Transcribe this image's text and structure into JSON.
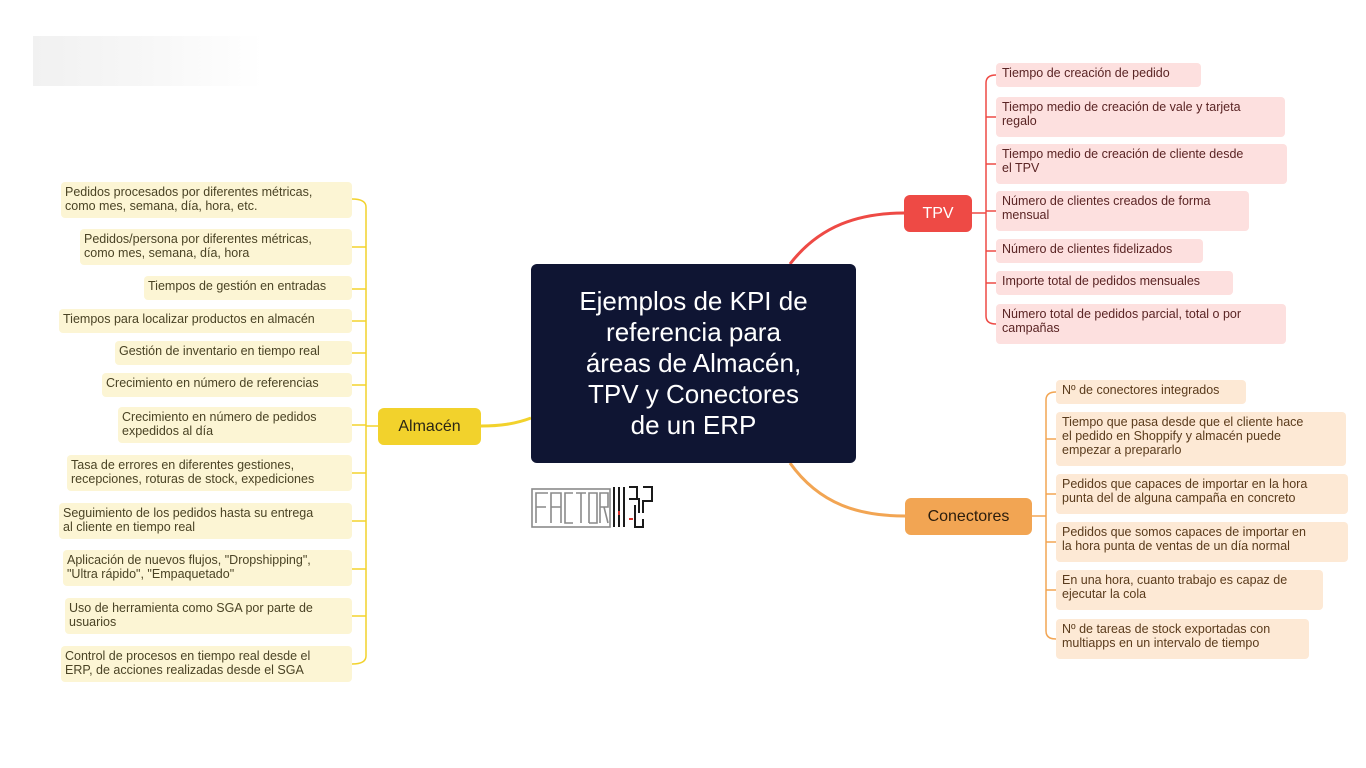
{
  "root": {
    "title": "Ejemplos de KPI de\nreferencia para\náreas de Almacén,\nTPV y Conectores\nde un ERP"
  },
  "branches": {
    "almacen": {
      "label": "Almacén",
      "color": "#f2d22c",
      "items": [
        "Pedidos procesados por diferentes métricas,\ncomo mes, semana, día, hora, etc.",
        "Pedidos/persona por diferentes métricas,\ncomo mes, semana, día, hora",
        "Tiempos de gestión en entradas",
        "Tiempos para localizar productos en almacén",
        "Gestión de inventario en tiempo real",
        "Crecimiento en número de referencias",
        "Crecimiento en número de pedidos\nexpedidos al día",
        "Tasa de errores en diferentes gestiones,\nrecepciones, roturas de stock, expediciones",
        "Seguimiento de los pedidos hasta su entrega\nal cliente en tiempo real",
        "Aplicación de nuevos flujos, \"Dropshipping\",\n\"Ultra rápido\", \"Empaquetado\"",
        "Uso de herramienta como SGA por parte de\nusuarios",
        "Control de procesos en tiempo real desde el\nERP, de acciones realizadas desde el SGA"
      ]
    },
    "tpv": {
      "label": "TPV",
      "color": "#ee4a45",
      "items": [
        "Tiempo de creación de pedido",
        "Tiempo medio de creación de vale y tarjeta\nregalo",
        "Tiempo medio de creación de cliente desde\nel TPV",
        "Número de clientes creados de forma\nmensual",
        "Número de clientes fidelizados",
        "Importe total de pedidos mensuales",
        "Número total de pedidos parcial, total o por\ncampañas"
      ]
    },
    "conectores": {
      "label": "Conectores",
      "color": "#f2a553",
      "items": [
        "Nº de conectores integrados",
        "Tiempo que pasa desde que el cliente hace\nel pedido en Shoppify y almacén puede\nempezar a prepararlo",
        "Pedidos que capaces de importar en la hora\npunta del de alguna campaña en concreto",
        "Pedidos que somos capaces de importar en\nla hora punta de ventas de un día normal",
        "En una hora, cuanto trabajo es capaz de\nejecutar la cola",
        "Nº de tareas de stock exportadas con\nmultiapps en un intervalo de tiempo"
      ]
    }
  },
  "logo": {
    "icon": "factor-ibp-logo",
    "text": "FACTOR IBP"
  }
}
